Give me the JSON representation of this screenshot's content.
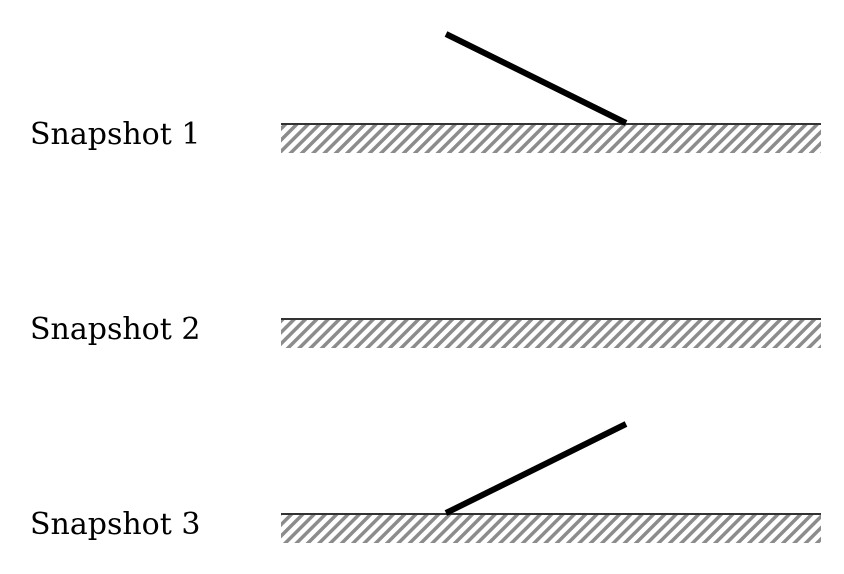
{
  "snapshots": [
    {
      "label": "Snapshot 1",
      "rod": "tilted-left-up"
    },
    {
      "label": "Snapshot 2",
      "rod": "none"
    },
    {
      "label": "Snapshot 3",
      "rod": "tilted-right-up"
    }
  ],
  "colors": {
    "rod": "#000000",
    "ground_line": "#333333",
    "hatch_dark": "#8c8c8c",
    "hatch_light": "#ffffff"
  }
}
